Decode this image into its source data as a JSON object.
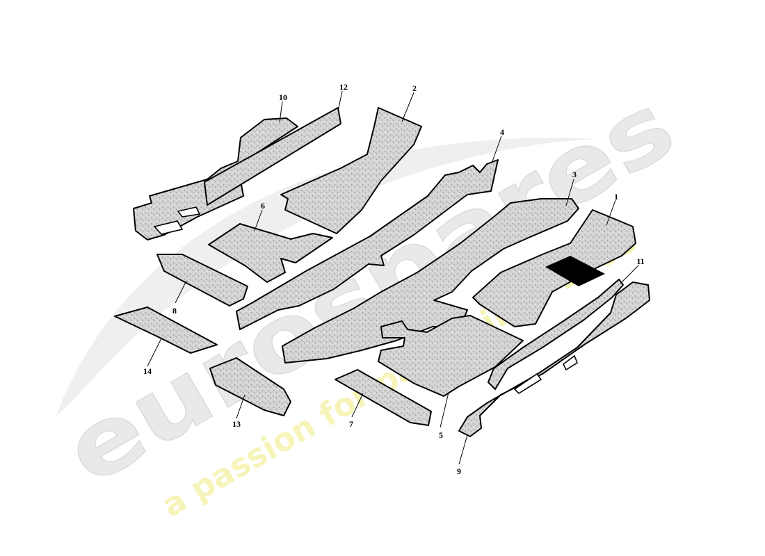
{
  "diagram": {
    "callouts": [
      {
        "id": "1",
        "label": "1"
      },
      {
        "id": "2",
        "label": "2"
      },
      {
        "id": "3",
        "label": "3"
      },
      {
        "id": "4",
        "label": "4"
      },
      {
        "id": "5",
        "label": "5"
      },
      {
        "id": "6",
        "label": "6"
      },
      {
        "id": "7",
        "label": "7"
      },
      {
        "id": "8",
        "label": "8"
      },
      {
        "id": "9",
        "label": "9"
      },
      {
        "id": "10",
        "label": "10"
      },
      {
        "id": "11",
        "label": "11"
      },
      {
        "id": "12",
        "label": "12"
      },
      {
        "id": "13",
        "label": "13"
      },
      {
        "id": "14",
        "label": "14"
      }
    ]
  },
  "watermark": {
    "brand": "eurospares",
    "tagline": "a passion for parts since 1985",
    "colors": {
      "brand": "#e6e6e6",
      "tagline": "#f5f3b0"
    }
  },
  "colors": {
    "carpet": "#d6d6d6",
    "outline": "#000000",
    "black_patch": "#000000"
  }
}
